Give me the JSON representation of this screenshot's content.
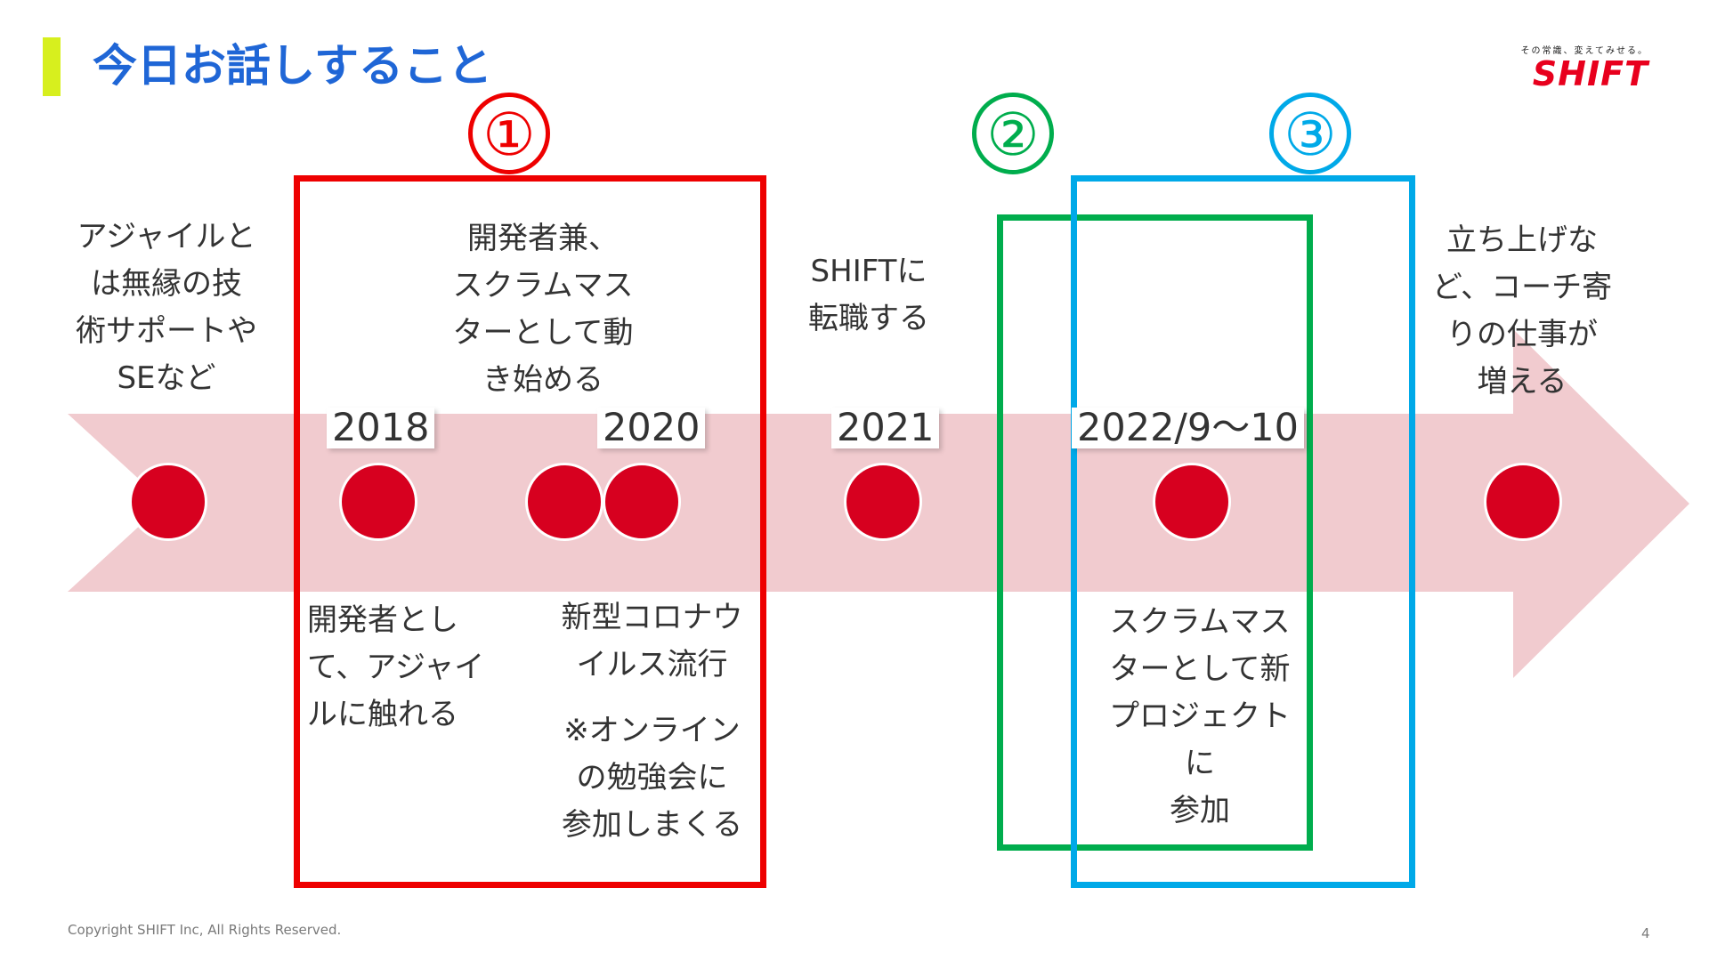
{
  "slide": {
    "title": "今日お話しすること",
    "logo": {
      "tagline": "その常識、変えてみせる。",
      "wordmark": "SHIFT"
    },
    "footer": "Copyright SHIFT Inc, All Rights Reserved.",
    "page_number": "4"
  },
  "colors": {
    "title": "#1f66d6",
    "accent_bar": "#d7ef1e",
    "arrow": "#f1cbcf",
    "dot": "#d7001f",
    "frame_1": "#ee0000",
    "frame_2": "#00ad4d",
    "frame_3": "#00a9e8"
  },
  "markers": [
    "①",
    "②",
    "③"
  ],
  "years": [
    "2018",
    "2020",
    "2021",
    "2022/9〜10"
  ],
  "labels_above": {
    "start": "アジャイルと\nは無縁の技\n術サポートや\nSEなど",
    "scrum_master": "開発者兼、\nスクラムマス\nターとして動\nき始める",
    "shift": "SHIFTに\n転職する",
    "coach": "立ち上げな\nど、コーチ寄\nりの仕事が\n増える"
  },
  "labels_below": {
    "developer": "開発者とし\nて、アジャイ\nルに触れる",
    "corona": "新型コロナウ\nイルス流行",
    "online": "※オンライン\nの勉強会に\n参加しまくる",
    "new_project": "スクラムマス\nターとして新\nプロジェクトに\n参加"
  }
}
